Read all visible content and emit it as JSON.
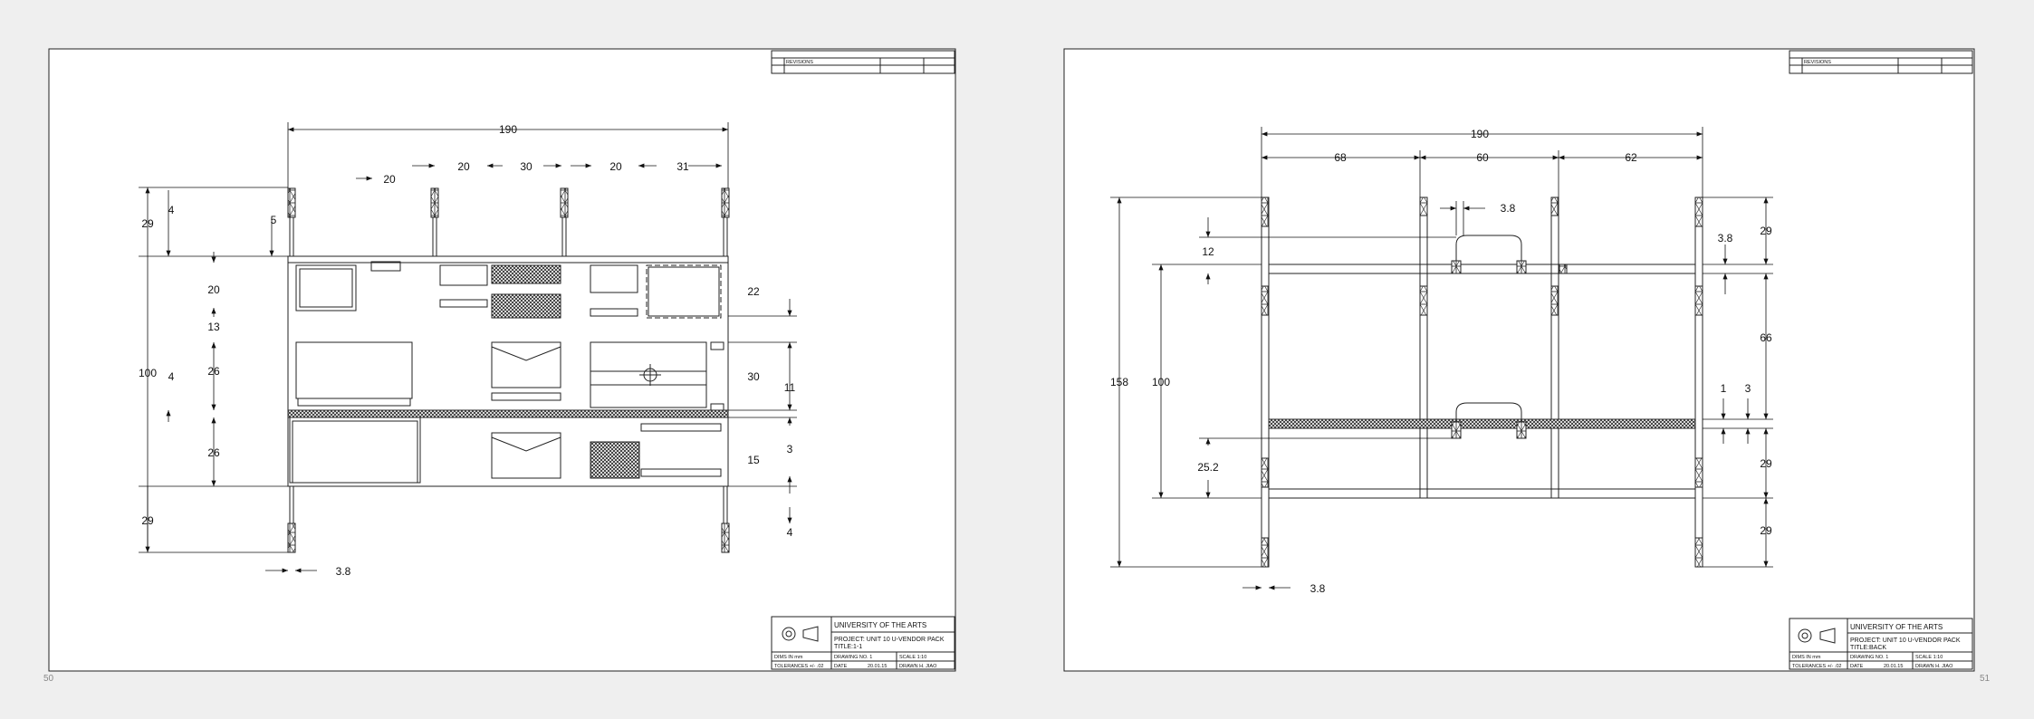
{
  "pages": {
    "left": {
      "page_number": "50",
      "revisions": "REVISIONS",
      "title_block": {
        "org": "UNIVERSITY OF THE ARTS",
        "project": "PROJECT: UNIT 10 U-VENDOR PACK",
        "title": "TITLE:1-1",
        "dims": "DIMS IN mm",
        "drawing_no": "DRAWING NO. 1",
        "scale": "SCALE 1:10",
        "tolerances": "TOLERANCES +/- .02",
        "date_label": "DATE",
        "date_value": "20.01.15",
        "drawn": "DRAWN H. JIAO"
      },
      "dims": {
        "overall": "190",
        "d1": "20",
        "d2": "20",
        "d3": "30",
        "d4": "20",
        "d5": "31",
        "l_4a": "4",
        "l_29a": "29",
        "l_5": "5",
        "l_20": "20",
        "l_13": "13",
        "l_100": "100",
        "l_4b": "4",
        "l_26a": "26",
        "l_26b": "26",
        "l_29b": "29",
        "r_22": "22",
        "r_30": "30",
        "r_11": "11",
        "r_3": "3",
        "r_15": "15",
        "r_4": "4",
        "bottom": "3.8"
      }
    },
    "right": {
      "page_number": "51",
      "revisions": "REVISIONS",
      "title_block": {
        "org": "UNIVERSITY OF THE ARTS",
        "project": "PROJECT: UNIT 10 U-VENDOR PACK",
        "title": "TITLE:BACK",
        "dims": "DIMS IN mm",
        "drawing_no": "DRAWING NO. 1",
        "scale": "SCALE 1:10",
        "tolerances": "TOLERANCES +/- .02",
        "date_label": "DATE",
        "date_value": "20.01.15",
        "drawn": "DRAWN H. JIAO"
      },
      "dims": {
        "overall": "190",
        "d1": "68",
        "d2": "60",
        "d3": "62",
        "handle": "3.8",
        "l_158": "158",
        "l_100": "100",
        "l_12": "12",
        "l_25": "25.2",
        "r_29a": "29",
        "r_38": "3.8",
        "r_66": "66",
        "r_1": "1",
        "r_3": "3",
        "r_29b": "29",
        "r_29c": "29",
        "bottom": "3.8"
      }
    }
  }
}
